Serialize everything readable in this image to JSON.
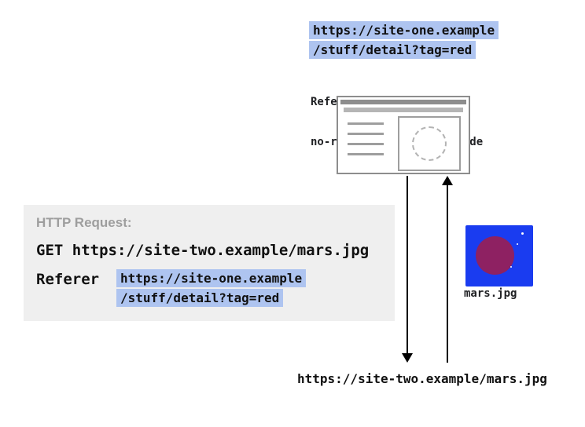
{
  "colors": {
    "highlight": "#aec4f0",
    "panel_bg": "#efefef",
    "muted": "#9e9e9e",
    "browser_gray": "#8d8d8d",
    "browser_light_gray": "#b5b5b5",
    "mars_blue": "#1a3cf0",
    "mars_planet": "#8e2162"
  },
  "site_one": {
    "url_line1": "https://site-one.example",
    "url_line2": "/stuff/detail?tag=red",
    "policy_line1": "Referer-Policy:",
    "policy_line2": "no-referrer-when-downgrade"
  },
  "http_request": {
    "title": "HTTP Request:",
    "get_line": "GET https://site-two.example/mars.jpg",
    "referer_label": "Referer",
    "referer_line1": "https://site-one.example",
    "referer_line2": "/stuff/detail?tag=red"
  },
  "mars_image": {
    "label": "mars.jpg"
  },
  "destination": {
    "url": "https://site-two.example/mars.jpg"
  }
}
